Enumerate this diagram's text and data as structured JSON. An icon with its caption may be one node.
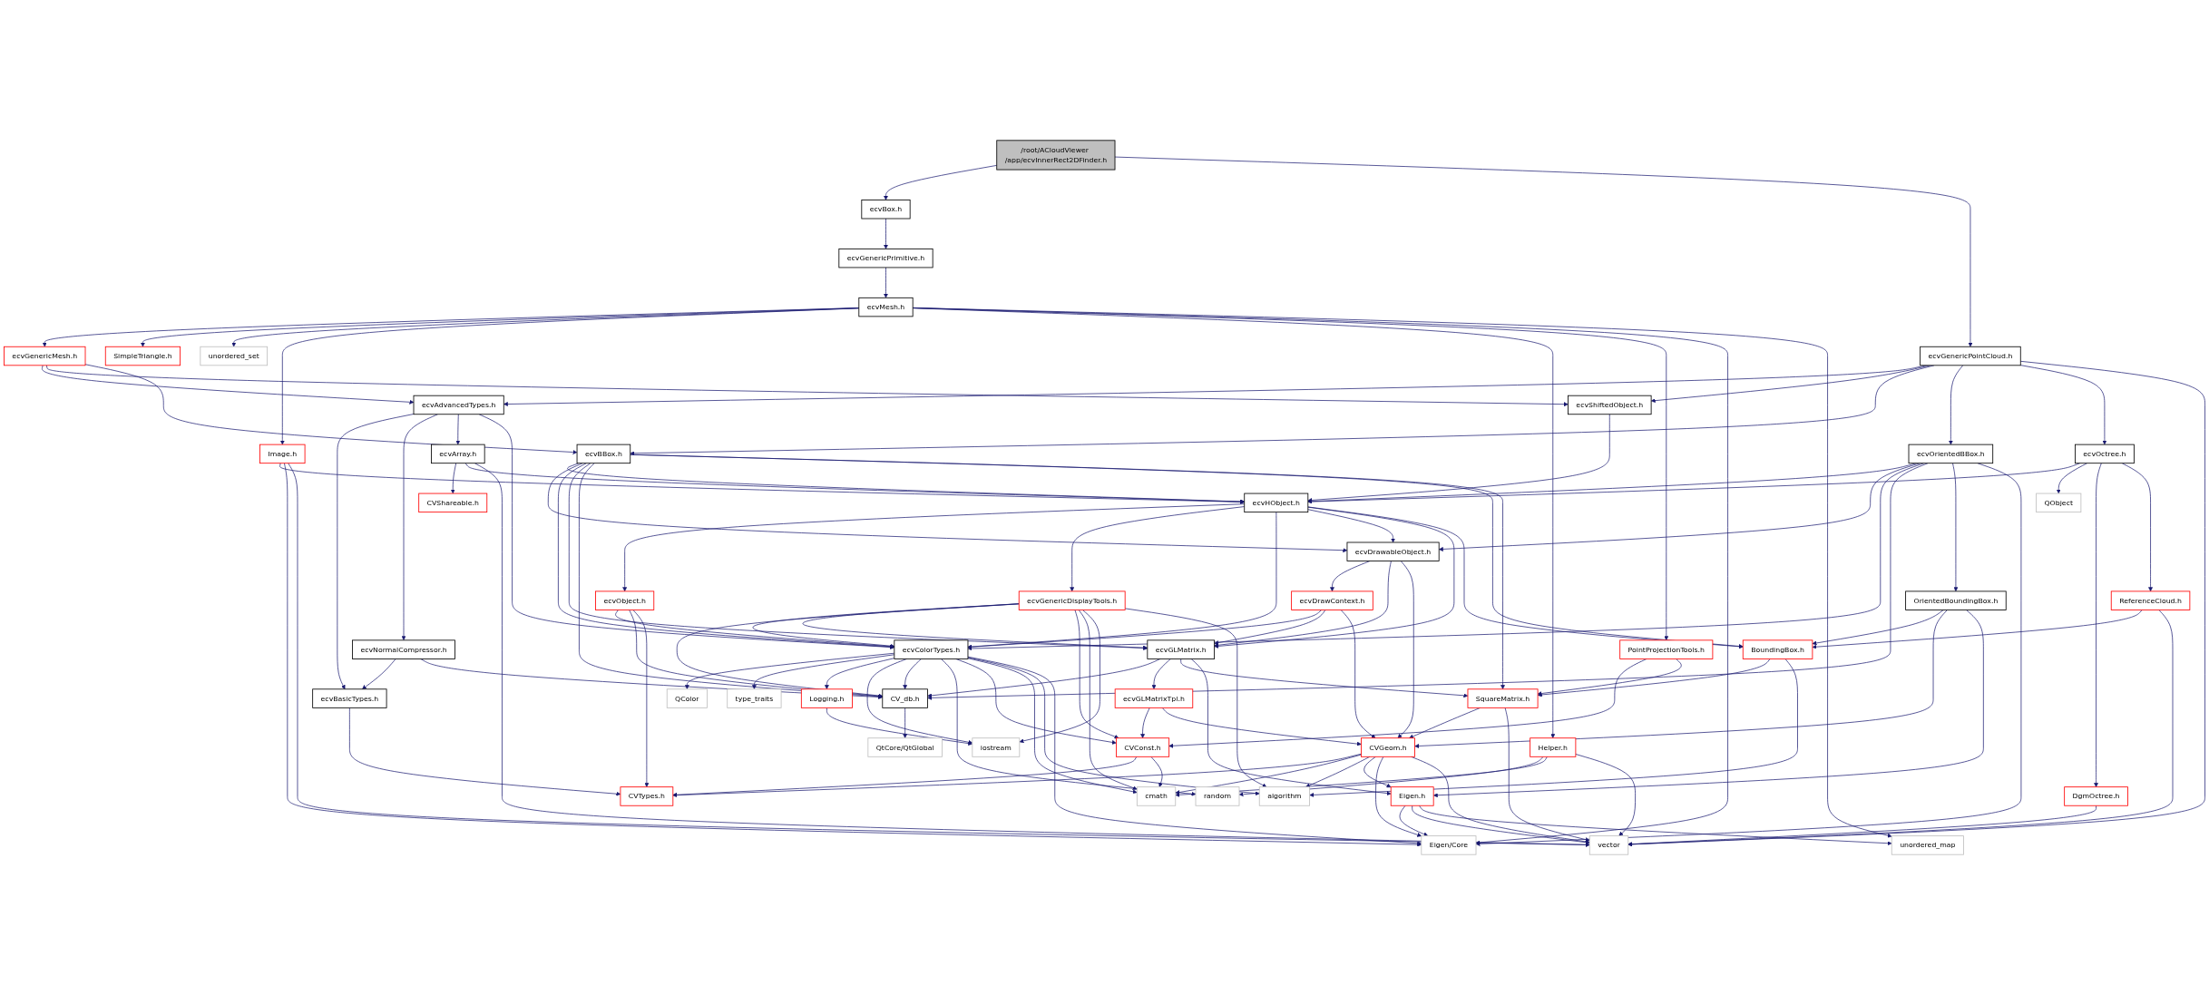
{
  "diagram": {
    "nodes": [
      {
        "text": [
          "/root/ACloudViewer /app/ecvInnerRect2DFinder.h"
        ]
      },
      {
        "text": [
          "ecvBox.h"
        ]
      },
      {
        "text": [
          "ecvGenericPrimitive.h"
        ]
      },
      {
        "text": [
          "ecvMesh.h"
        ]
      },
      {
        "text": [
          "ecvGenericMesh.h"
        ]
      },
      {
        "text": [
          "SimpleTriangle.h"
        ]
      },
      {
        "text": [
          "unordered_set"
        ]
      },
      {
        "text": [
          "ecvGenericPointCloud.h"
        ]
      },
      {
        "text": [
          "ecvAdvancedTypes.h"
        ]
      },
      {
        "text": [
          "ecvShiftedObject.h"
        ]
      },
      {
        "text": [
          "Image.h"
        ]
      },
      {
        "text": [
          "ecvNormalCompressor.h"
        ]
      },
      {
        "text": [
          "ecvArray.h"
        ]
      },
      {
        "text": [
          "ecvBBox.h"
        ]
      },
      {
        "text": [
          "ecvOrientedBBox.h"
        ]
      },
      {
        "text": [
          "ecvOctree.h"
        ]
      },
      {
        "text": [
          "ecvBasicTypes.h"
        ]
      },
      {
        "text": [
          "CVShareable.h"
        ]
      },
      {
        "text": [
          "ecvHObject.h"
        ]
      },
      {
        "text": [
          "QObject"
        ]
      },
      {
        "text": [
          "DgmOctree.h"
        ]
      },
      {
        "text": [
          "ecvDrawableObject.h"
        ]
      },
      {
        "text": [
          "OrientedBoundingBox.h"
        ]
      },
      {
        "text": [
          "ReferenceCloud.h"
        ]
      },
      {
        "text": [
          "ecvObject.h"
        ]
      },
      {
        "text": [
          "ecvGenericDisplayTools.h"
        ]
      },
      {
        "text": [
          "ecvDrawContext.h"
        ]
      },
      {
        "text": [
          "Helper.h"
        ]
      },
      {
        "text": [
          "PointProjectionTools.h"
        ]
      },
      {
        "text": [
          "ecvColorTypes.h"
        ]
      },
      {
        "text": [
          "ecvGLMatrix.h"
        ]
      },
      {
        "text": [
          "BoundingBox.h"
        ]
      },
      {
        "text": [
          "random"
        ]
      },
      {
        "text": [
          "QColor"
        ]
      },
      {
        "text": [
          "type_traits"
        ]
      },
      {
        "text": [
          "Logging.h"
        ]
      },
      {
        "text": [
          "CV_db.h"
        ]
      },
      {
        "text": [
          "ecvGLMatrixTpl.h"
        ]
      },
      {
        "text": [
          "SquareMatrix.h"
        ]
      },
      {
        "text": [
          "CVConst.h"
        ]
      },
      {
        "text": [
          "iostream"
        ]
      },
      {
        "text": [
          "QtCore/QtGlobal"
        ]
      },
      {
        "text": [
          "CVGeom.h"
        ]
      },
      {
        "text": [
          "CVTypes.h"
        ]
      },
      {
        "text": [
          "cmath"
        ]
      },
      {
        "text": [
          "algorithm"
        ]
      },
      {
        "text": [
          "Eigen.h"
        ]
      },
      {
        "text": [
          "Eigen/Core"
        ]
      },
      {
        "text": [
          "vector"
        ]
      },
      {
        "text": [
          "unordered_map"
        ]
      }
    ],
    "edges": [
      {
        "from": 0,
        "to": 1,
        "arrow": "to"
      },
      {
        "from": 0,
        "to": 7,
        "arrow": "to"
      },
      {
        "from": 1,
        "to": 2,
        "arrow": "to"
      },
      {
        "from": 2,
        "to": 3,
        "arrow": "to"
      },
      {
        "from": 3,
        "to": 4,
        "arrow": "to"
      },
      {
        "from": 3,
        "to": 5,
        "arrow": "to"
      },
      {
        "from": 3,
        "to": 6,
        "arrow": "to"
      },
      {
        "from": 3,
        "to": 10,
        "arrow": "to"
      },
      {
        "from": 3,
        "to": 27,
        "arrow": "to"
      },
      {
        "from": 3,
        "to": 28,
        "arrow": "to"
      },
      {
        "from": 3,
        "to": 47,
        "arrow": "to"
      },
      {
        "from": 3,
        "to": 49,
        "arrow": "to"
      },
      {
        "from": 4,
        "to": 8,
        "arrow": "to"
      },
      {
        "from": 4,
        "to": 9,
        "arrow": "to"
      },
      {
        "from": 4,
        "to": 13,
        "arrow": "to"
      },
      {
        "from": 7,
        "to": 8,
        "arrow": "to"
      },
      {
        "from": 7,
        "to": 9,
        "arrow": "to"
      },
      {
        "from": 7,
        "to": 13,
        "arrow": "to"
      },
      {
        "from": 7,
        "to": 14,
        "arrow": "to"
      },
      {
        "from": 7,
        "to": 15,
        "arrow": "to"
      },
      {
        "from": 7,
        "to": 48,
        "arrow": "to"
      },
      {
        "from": 8,
        "to": 16,
        "arrow": "to"
      },
      {
        "from": 8,
        "to": 11,
        "arrow": "to"
      },
      {
        "from": 8,
        "to": 12,
        "arrow": "to"
      },
      {
        "from": 8,
        "to": 29,
        "arrow": "to"
      },
      {
        "from": 9,
        "to": 18,
        "arrow": "to"
      },
      {
        "from": 10,
        "to": 18,
        "arrow": "to"
      },
      {
        "from": 10,
        "to": 47,
        "arrow": "to"
      },
      {
        "from": 10,
        "to": 48,
        "arrow": "to"
      },
      {
        "from": 11,
        "to": 16,
        "arrow": "to"
      },
      {
        "from": 11,
        "to": 36,
        "arrow": "to"
      },
      {
        "from": 12,
        "to": 17,
        "arrow": "to"
      },
      {
        "from": 12,
        "to": 18,
        "arrow": "to"
      },
      {
        "from": 12,
        "to": 48,
        "arrow": "to"
      },
      {
        "from": 13,
        "to": 18,
        "arrow": "to"
      },
      {
        "from": 13,
        "to": 21,
        "arrow": "to"
      },
      {
        "from": 13,
        "to": 29,
        "arrow": "to"
      },
      {
        "from": 13,
        "to": 30,
        "arrow": "to"
      },
      {
        "from": 13,
        "to": 36,
        "arrow": "to"
      },
      {
        "from": 13,
        "to": 31,
        "arrow": "to"
      },
      {
        "from": 13,
        "to": 38,
        "arrow": "to"
      },
      {
        "from": 14,
        "to": 18,
        "arrow": "to"
      },
      {
        "from": 14,
        "to": 21,
        "arrow": "to"
      },
      {
        "from": 14,
        "to": 29,
        "arrow": "to"
      },
      {
        "from": 14,
        "to": 36,
        "arrow": "to"
      },
      {
        "from": 14,
        "to": 22,
        "arrow": "to"
      },
      {
        "from": 14,
        "to": 47,
        "arrow": "to"
      },
      {
        "from": 15,
        "to": 18,
        "arrow": "to"
      },
      {
        "from": 15,
        "to": 19,
        "arrow": "to"
      },
      {
        "from": 15,
        "to": 20,
        "arrow": "to"
      },
      {
        "from": 15,
        "to": 23,
        "arrow": "to"
      },
      {
        "from": 16,
        "to": 43,
        "arrow": "to"
      },
      {
        "from": 18,
        "to": 24,
        "arrow": "to"
      },
      {
        "from": 18,
        "to": 25,
        "arrow": "to"
      },
      {
        "from": 18,
        "to": 29,
        "arrow": "to"
      },
      {
        "from": 18,
        "to": 21,
        "arrow": "to"
      },
      {
        "from": 18,
        "to": 30,
        "arrow": "to"
      },
      {
        "from": 18,
        "to": 31,
        "arrow": "to"
      },
      {
        "from": 20,
        "to": 48,
        "arrow": "to"
      },
      {
        "from": 21,
        "to": 26,
        "arrow": "to"
      },
      {
        "from": 21,
        "to": 30,
        "arrow": "to"
      },
      {
        "from": 21,
        "to": 42,
        "arrow": "to"
      },
      {
        "from": 22,
        "to": 31,
        "arrow": "to"
      },
      {
        "from": 22,
        "to": 42,
        "arrow": "to"
      },
      {
        "from": 22,
        "to": 46,
        "arrow": "to"
      },
      {
        "from": 23,
        "to": 31,
        "arrow": "to"
      },
      {
        "from": 23,
        "to": 48,
        "arrow": "to"
      },
      {
        "from": 24,
        "to": 29,
        "arrow": "to"
      },
      {
        "from": 24,
        "to": 36,
        "arrow": "to"
      },
      {
        "from": 24,
        "to": 43,
        "arrow": "to"
      },
      {
        "from": 25,
        "to": 29,
        "arrow": "to"
      },
      {
        "from": 25,
        "to": 30,
        "arrow": "to"
      },
      {
        "from": 25,
        "to": 36,
        "arrow": "to"
      },
      {
        "from": 25,
        "to": 39,
        "arrow": "to"
      },
      {
        "from": 25,
        "to": 44,
        "arrow": "to"
      },
      {
        "from": 25,
        "to": 40,
        "arrow": "to"
      },
      {
        "from": 25,
        "to": 45,
        "arrow": "to"
      },
      {
        "from": 26,
        "to": 29,
        "arrow": "to"
      },
      {
        "from": 26,
        "to": 30,
        "arrow": "to"
      },
      {
        "from": 26,
        "to": 42,
        "arrow": "to"
      },
      {
        "from": 27,
        "to": 32,
        "arrow": "to"
      },
      {
        "from": 27,
        "to": 44,
        "arrow": "to"
      },
      {
        "from": 27,
        "to": 48,
        "arrow": "to"
      },
      {
        "from": 28,
        "to": 39,
        "arrow": "to"
      },
      {
        "from": 28,
        "to": 38,
        "arrow": "to"
      },
      {
        "from": 29,
        "to": 33,
        "arrow": "to"
      },
      {
        "from": 29,
        "to": 34,
        "arrow": "to"
      },
      {
        "from": 29,
        "to": 35,
        "arrow": "to"
      },
      {
        "from": 29,
        "to": 40,
        "arrow": "to"
      },
      {
        "from": 29,
        "to": 36,
        "arrow": "to"
      },
      {
        "from": 29,
        "to": 32,
        "arrow": "to"
      },
      {
        "from": 29,
        "to": 39,
        "arrow": "to"
      },
      {
        "from": 29,
        "to": 44,
        "arrow": "to"
      },
      {
        "from": 29,
        "to": 45,
        "arrow": "to"
      },
      {
        "from": 29,
        "to": 47,
        "arrow": "to"
      },
      {
        "from": 30,
        "to": 36,
        "arrow": "to"
      },
      {
        "from": 30,
        "to": 37,
        "arrow": "to"
      },
      {
        "from": 30,
        "to": 38,
        "arrow": "to"
      },
      {
        "from": 30,
        "to": 46,
        "arrow": "to"
      },
      {
        "from": 31,
        "to": 38,
        "arrow": "to"
      },
      {
        "from": 31,
        "to": 45,
        "arrow": "to"
      },
      {
        "from": 35,
        "to": 40,
        "arrow": "to"
      },
      {
        "from": 36,
        "to": 41,
        "arrow": "to"
      },
      {
        "from": 37,
        "to": 39,
        "arrow": "to"
      },
      {
        "from": 37,
        "to": 42,
        "arrow": "to"
      },
      {
        "from": 38,
        "to": 42,
        "arrow": "to"
      },
      {
        "from": 38,
        "to": 48,
        "arrow": "to"
      },
      {
        "from": 39,
        "to": 43,
        "arrow": "to"
      },
      {
        "from": 39,
        "to": 44,
        "arrow": "to"
      },
      {
        "from": 42,
        "to": 43,
        "arrow": "to"
      },
      {
        "from": 42,
        "to": 44,
        "arrow": "to"
      },
      {
        "from": 42,
        "to": 45,
        "arrow": "to"
      },
      {
        "from": 42,
        "to": 46,
        "arrow": "to"
      },
      {
        "from": 42,
        "to": 47,
        "arrow": "to"
      },
      {
        "from": 42,
        "to": 48,
        "arrow": "to"
      },
      {
        "from": 46,
        "to": 47,
        "arrow": "to"
      },
      {
        "from": 46,
        "to": 48,
        "arrow": "to"
      },
      {
        "from": 46,
        "to": 49,
        "arrow": "to"
      }
    ]
  }
}
